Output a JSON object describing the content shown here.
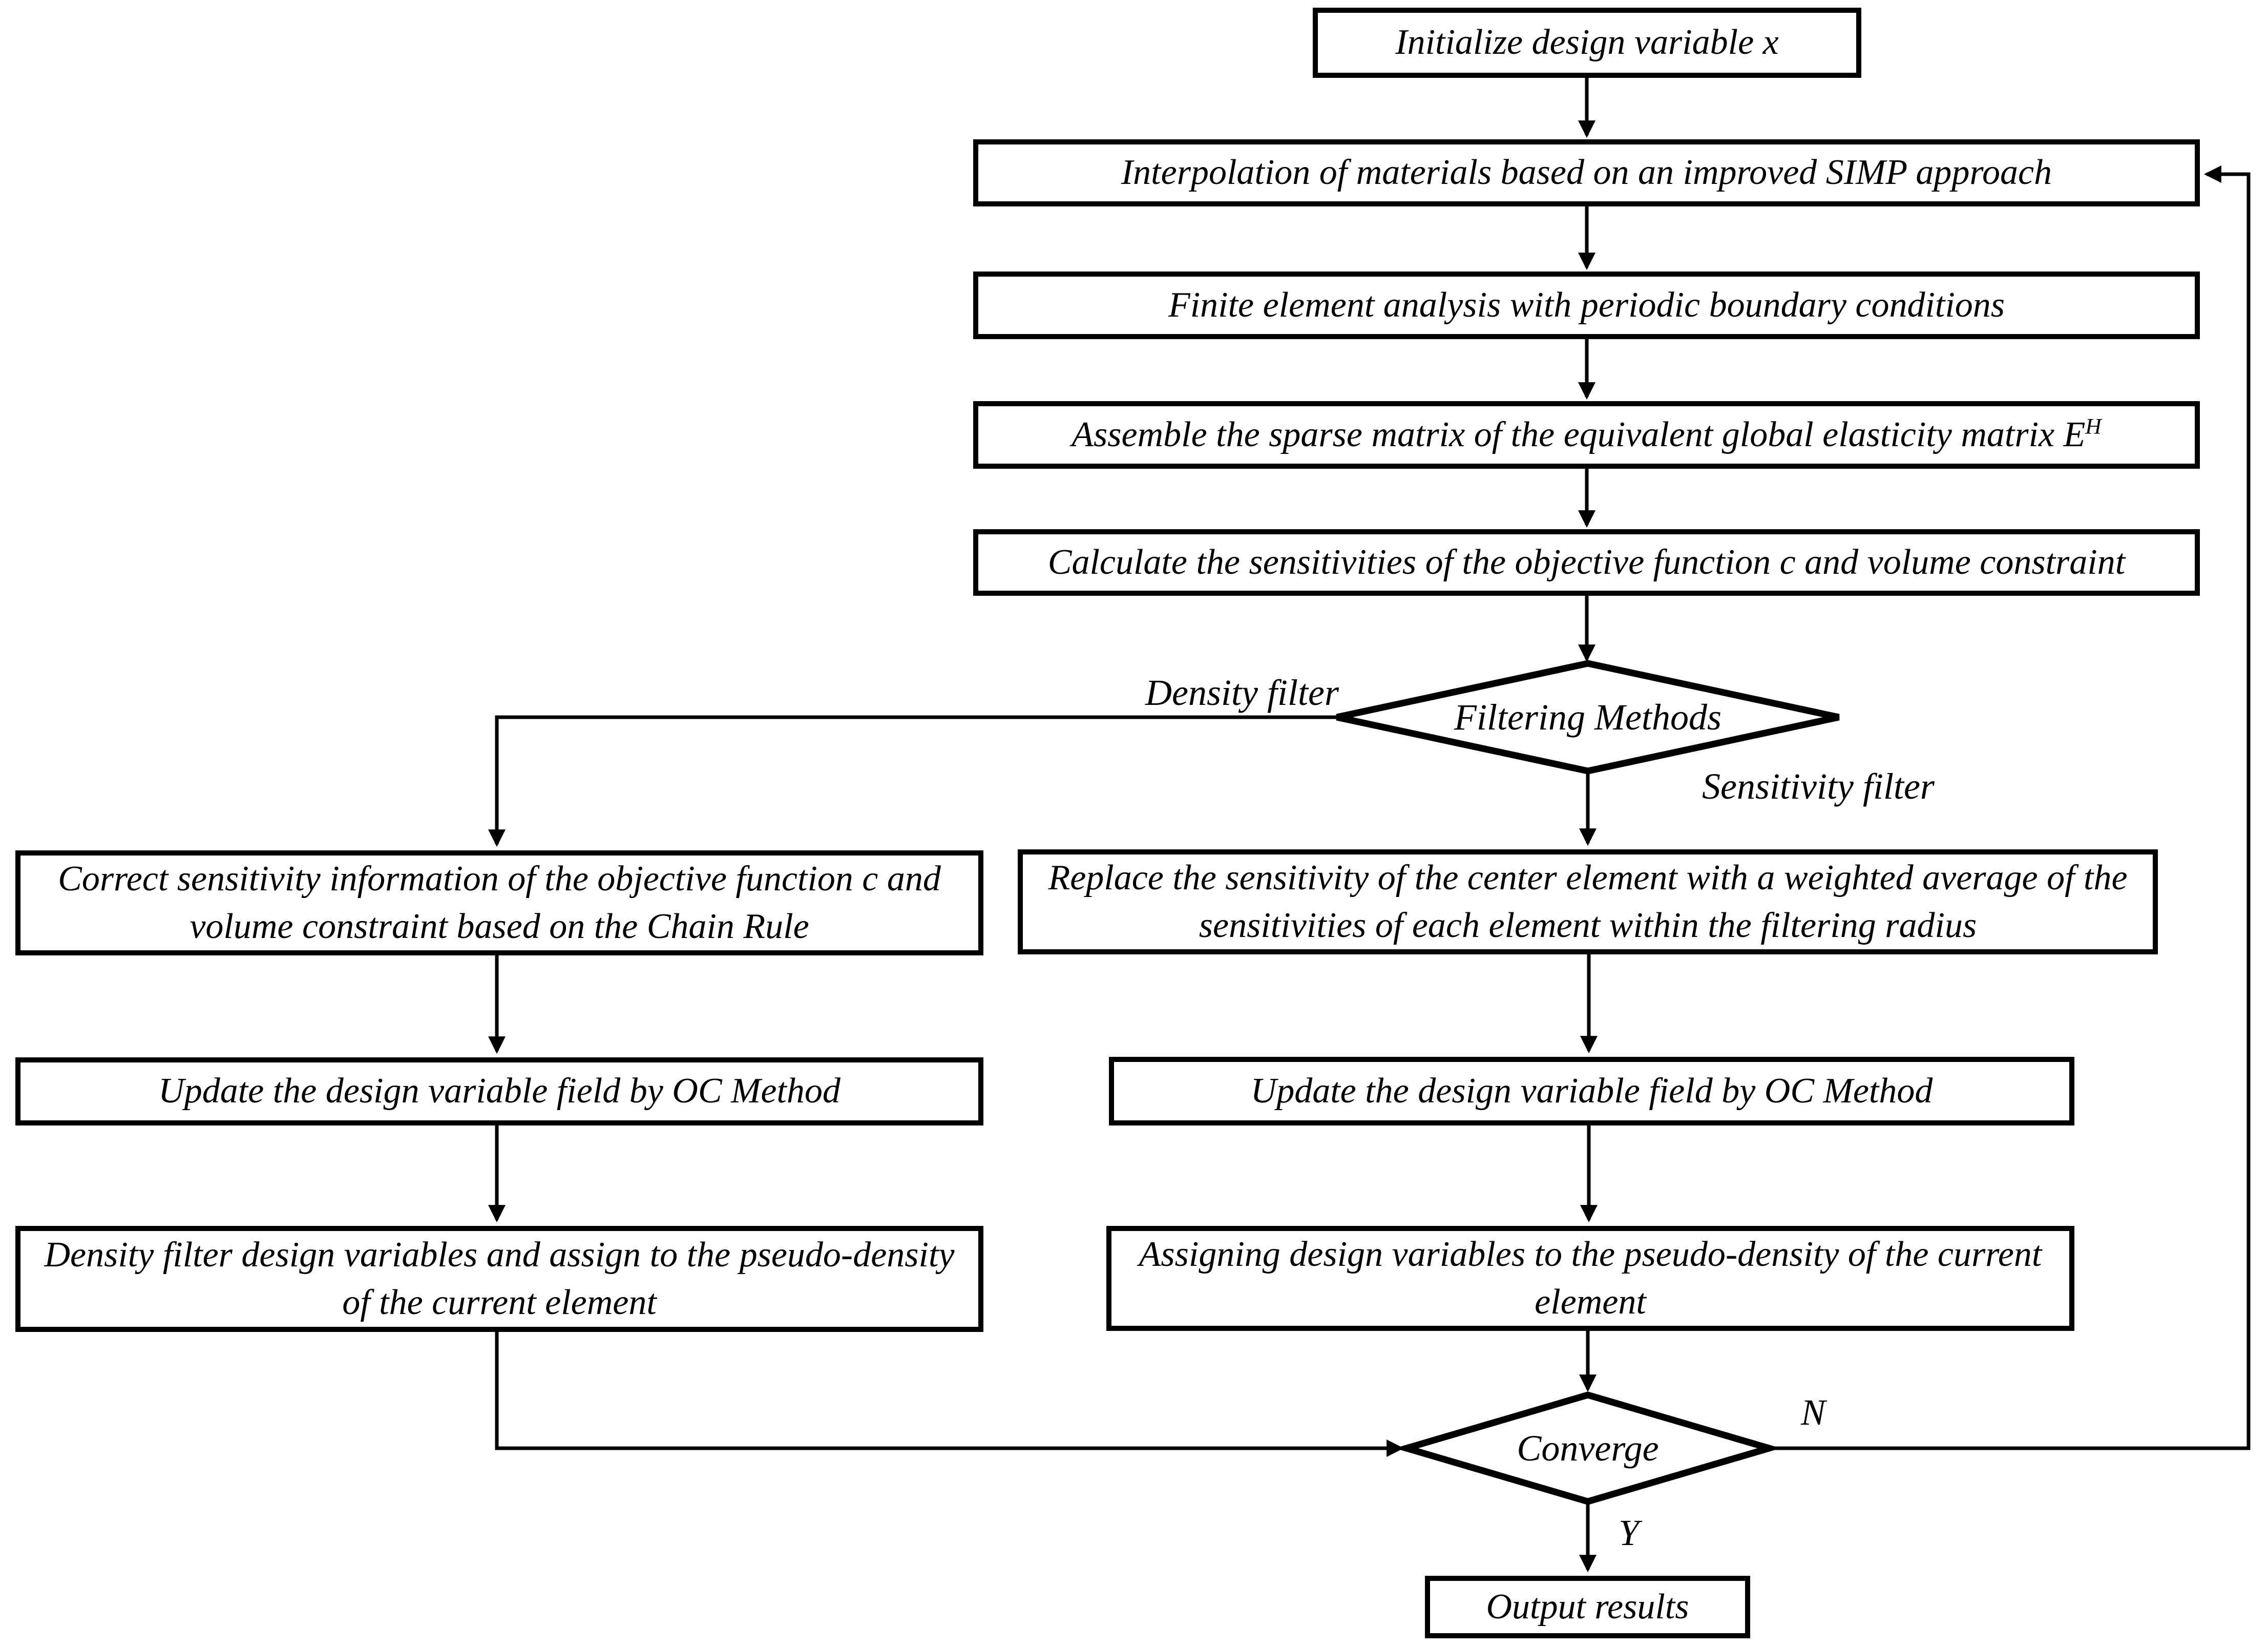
{
  "nodes": {
    "init": {
      "label": "Initialize design variable x"
    },
    "interpolation": {
      "label": "Interpolation of materials based on an improved SIMP approach"
    },
    "fea": {
      "label": "Finite element analysis with periodic boundary conditions"
    },
    "assemble": {
      "label": "Assemble the sparse matrix of the equivalent global elasticity matrix E",
      "sup": "H"
    },
    "sensitivities": {
      "label": "Calculate the sensitivities of the objective function c and volume constraint"
    },
    "filtering_decision": {
      "label": "Filtering Methods"
    },
    "correct_sensitivity": {
      "label": "Correct sensitivity information of the objective function c and volume constraint based on the Chain Rule"
    },
    "replace_sensitivity": {
      "label": "Replace the sensitivity of the center element with a weighted average of the sensitivities of each element within the filtering radius"
    },
    "update_oc_left": {
      "label": "Update the design variable field by OC Method"
    },
    "update_oc_right": {
      "label": "Update the design variable field by OC Method"
    },
    "density_filter_assign": {
      "label": "Density filter design variables and assign to the pseudo-density of the current element"
    },
    "assign_pseudo_density": {
      "label": "Assigning design variables to the pseudo-density of the current element"
    },
    "converge_decision": {
      "label": "Converge"
    },
    "output": {
      "label": "Output results"
    }
  },
  "edge_labels": {
    "density_filter": "Density filter",
    "sensitivity_filter": "Sensitivity filter",
    "no": "N",
    "yes": "Y"
  },
  "colors": {
    "line": "#000000",
    "box_border": "#000000",
    "box_fill": "#ffffff",
    "text": "#000000",
    "background": "#ffffff"
  }
}
